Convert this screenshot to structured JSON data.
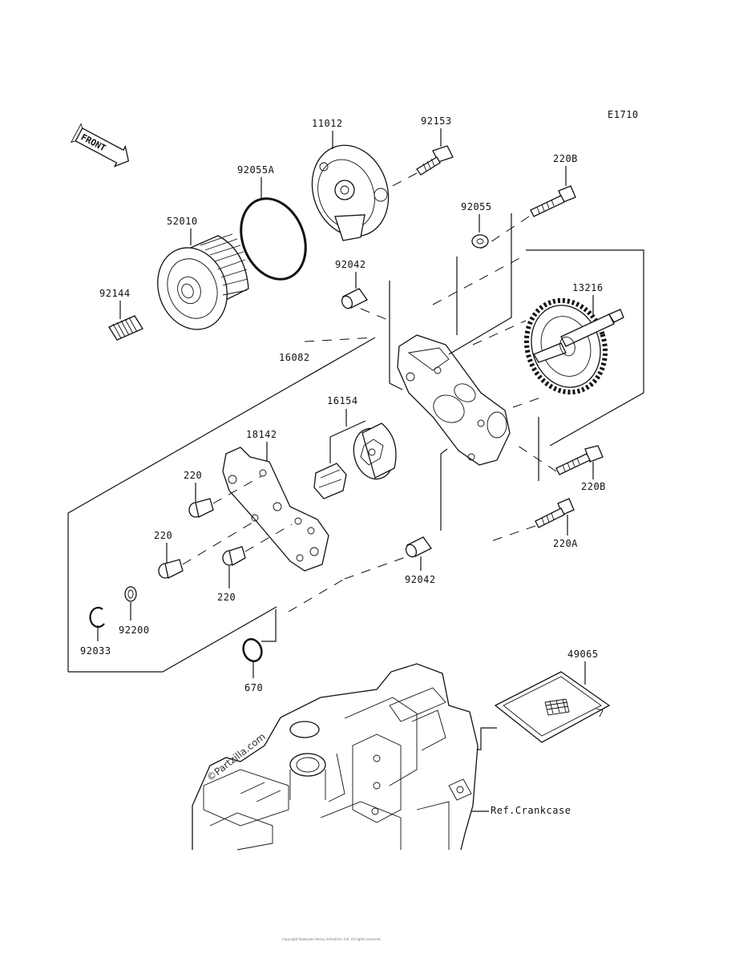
{
  "diagram_code": "E1710",
  "front_label": "FRONT",
  "watermark": "©Partzilla.com",
  "reference": "Ref.Crankcase",
  "labels": {
    "p11012": "11012",
    "p92153": "92153",
    "p92055A": "92055A",
    "p52010": "52010",
    "p92144": "92144",
    "p92055": "92055",
    "p220B_top": "220B",
    "p92042_top": "92042",
    "p13216": "13216",
    "p16082": "16082",
    "p16154": "16154",
    "p18142": "18142",
    "p220_a": "220",
    "p220_b": "220",
    "p220_c": "220",
    "p220B_mid": "220B",
    "p220A": "220A",
    "p92042_bot": "92042",
    "p92200": "92200",
    "p92033": "92033",
    "p670": "670",
    "p49065": "49065"
  },
  "copyright": "Copyright Kawasaki Heavy Industries, Ltd. All rights reserved."
}
